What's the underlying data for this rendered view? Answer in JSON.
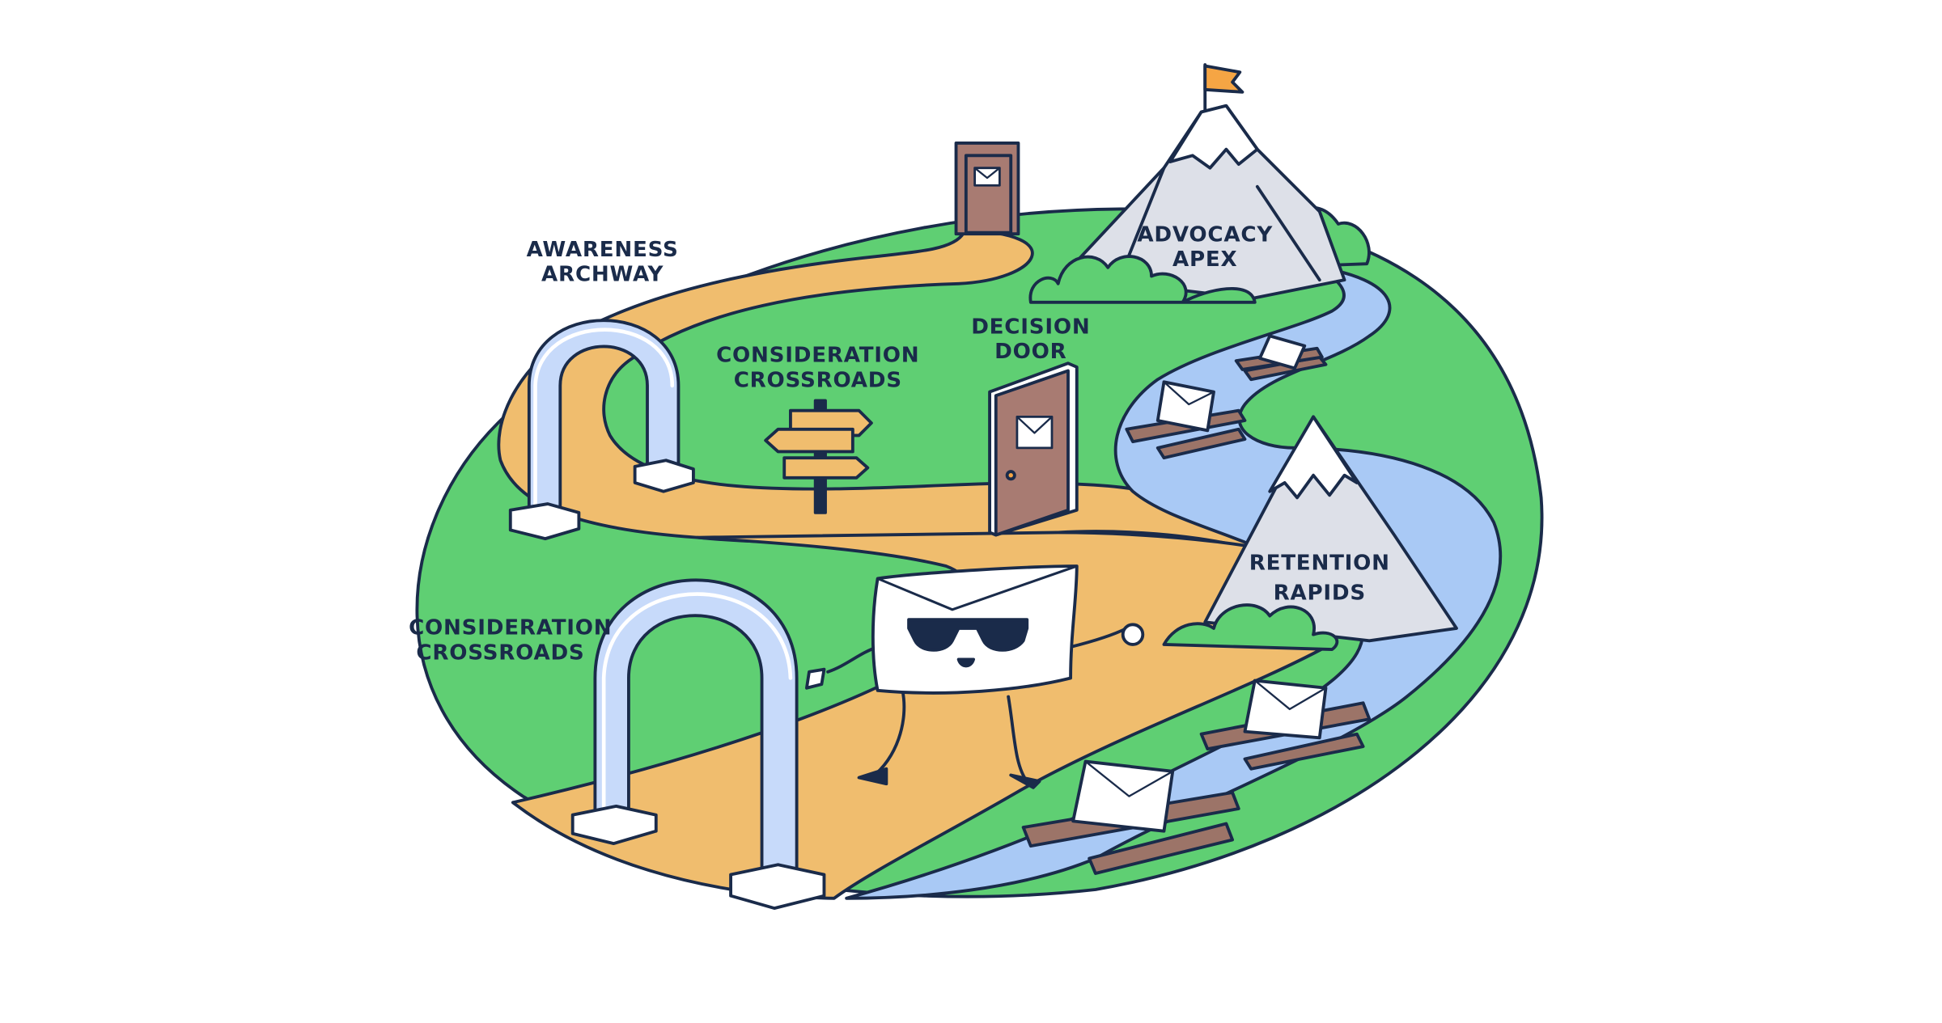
{
  "colors": {
    "grass": "#5fcf73",
    "path": "#f0bd6e",
    "river": "#a9c9f5",
    "mountain": "#dde0e8",
    "snow": "#ffffff",
    "outline": "#1a2b4a",
    "door": "#a87b72",
    "wood": "#9c7468",
    "flag": "#f5a544",
    "arch": "#ffffff",
    "arch_shade": "#c7dafa"
  },
  "labels": {
    "awareness": [
      "AWARENESS",
      "ARCHWAY"
    ],
    "consideration_top": [
      "CONSIDERATION",
      "CROSSROADS"
    ],
    "decision": [
      "DECISION",
      "DOOR"
    ],
    "advocacy": [
      "ADVOCACY",
      "APEX"
    ],
    "retention": [
      "RETENTION",
      "RAPIDS"
    ],
    "consideration_left": [
      "CONSIDERATION",
      "CROSSROADS"
    ]
  },
  "icons": [
    "flag-icon",
    "envelope-icon",
    "door-icon",
    "archway-icon",
    "signpost-icon",
    "raft-icon",
    "mountain-icon",
    "bush-icon",
    "envelope-mascot-icon",
    "sunglasses-icon"
  ]
}
